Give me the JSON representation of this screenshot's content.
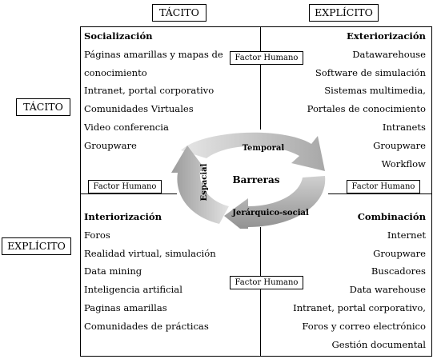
{
  "headers": {
    "top_left": "TÁCITO",
    "top_right": "EXPLÍCITO",
    "side_top": "TÁCITO",
    "side_bottom": "EXPLÍCITO"
  },
  "factor_humano": {
    "top": "Factor Humano",
    "left": "Factor Humano",
    "right": "Factor Humano",
    "bottom": "Factor Humano"
  },
  "quadrants": {
    "socializacion": {
      "title": "Socialización",
      "items": [
        "Páginas amarillas y mapas de",
        "conocimiento",
        "Intranet, portal corporativo",
        "Comunidades Virtuales",
        "Video conferencia",
        "Groupware"
      ]
    },
    "exteriorizacion": {
      "title": "Exteriorización",
      "items": [
        "Datawarehouse",
        "Software de simulación",
        "Sistemas multimedia,",
        "Portales de conocimiento",
        "Intranets",
        "Groupware",
        "Workflow"
      ]
    },
    "interiorizacion": {
      "title": "Interiorización",
      "items": [
        "Foros",
        "Realidad virtual, simulación",
        "Data mining",
        "Inteligencia artificial",
        "Paginas amarillas",
        "Comunidades de prácticas"
      ]
    },
    "combinacion": {
      "title": "Combinación",
      "items": [
        "Internet",
        "Groupware",
        "Buscadores",
        "Data warehouse",
        "Intranet, portal corporativo,",
        "Foros y correo electrónico",
        "Gestión documental"
      ]
    }
  },
  "cycle": {
    "center": "Barreras",
    "top": "Temporal",
    "left": "Espacial",
    "bottom": "Jerárquico-social"
  }
}
